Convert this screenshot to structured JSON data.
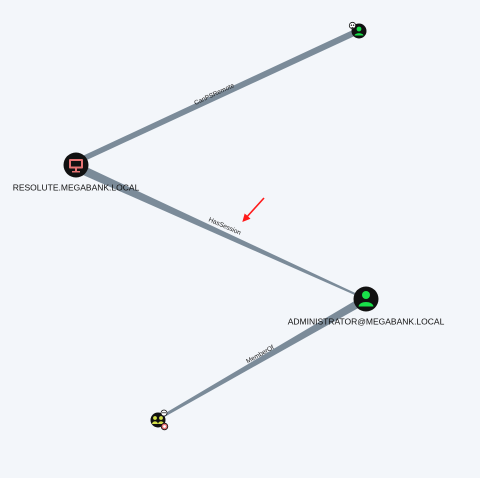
{
  "graph": {
    "background_color": "#f3f6fa",
    "edge_color": "#7b8b99",
    "annotation_arrow_color": "#ff1a1a",
    "nodes": {
      "owned_user": {
        "icon": "user-icon",
        "badge": "skull-icon",
        "color": "#19e04a"
      },
      "computer": {
        "label": "RESOLUTE.MEGABANK.LOCAL",
        "icon": "monitor-icon",
        "color": "#e57373"
      },
      "administrator": {
        "label": "ADMINISTRATOR@MEGABANK.LOCAL",
        "icon": "user-icon",
        "color": "#19e04a"
      },
      "group": {
        "icon": "group-icon",
        "badges": [
          "skull-icon",
          "target-icon"
        ],
        "color": "#d4e04a"
      }
    },
    "edges": {
      "canpsremote": {
        "label": "CanPSRemote"
      },
      "hassession": {
        "label": "HasSession"
      },
      "memberof": {
        "label": "MemberOf"
      }
    }
  }
}
